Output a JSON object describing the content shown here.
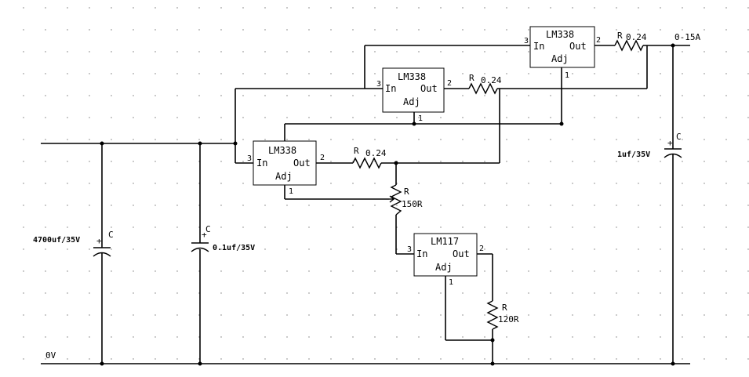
{
  "regulators": [
    {
      "name": "LM338",
      "in": "In",
      "out": "Out",
      "adj": "Adj",
      "pin_in": "3",
      "pin_out": "2",
      "pin_adj": "1"
    },
    {
      "name": "LM338",
      "in": "In",
      "out": "Out",
      "adj": "Adj",
      "pin_in": "3",
      "pin_out": "2",
      "pin_adj": "1"
    },
    {
      "name": "LM338",
      "in": "In",
      "out": "Out",
      "adj": "Adj",
      "pin_in": "3",
      "pin_out": "2",
      "pin_adj": "1"
    },
    {
      "name": "LM117",
      "in": "In",
      "out": "Out",
      "adj": "Adj",
      "pin_in": "3",
      "pin_out": "2",
      "pin_adj": "1"
    }
  ],
  "resistors": [
    {
      "ref": "R",
      "value": "0.24"
    },
    {
      "ref": "R",
      "value": "0.24"
    },
    {
      "ref": "R",
      "value": "0.24"
    },
    {
      "ref": "R",
      "value": "150R"
    },
    {
      "ref": "R",
      "value": "120R"
    }
  ],
  "capacitors": [
    {
      "ref": "C",
      "value": "4700uf/35V"
    },
    {
      "ref": "C",
      "value": "0.1uf/35V"
    },
    {
      "ref": "C",
      "value": "1uf/35V"
    }
  ],
  "nets": {
    "output": "0-15A",
    "ground": "0V"
  }
}
